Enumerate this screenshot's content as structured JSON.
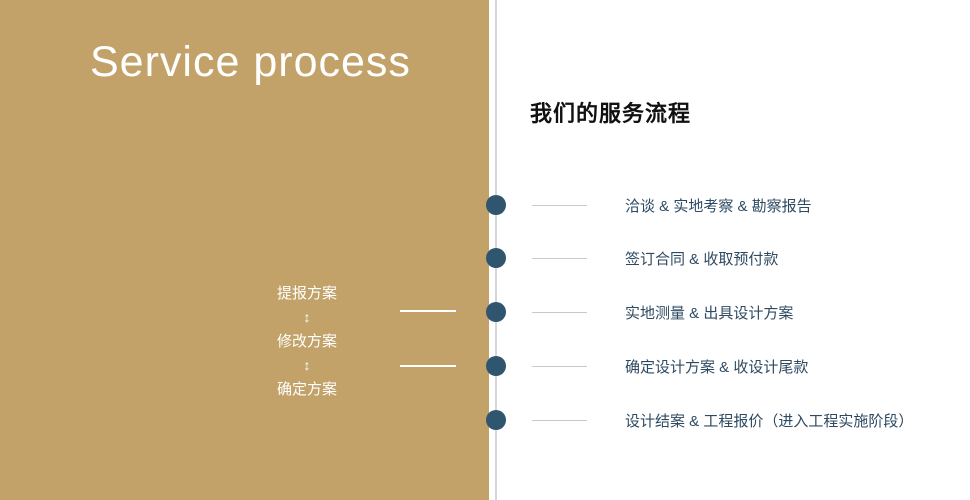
{
  "left_panel": {
    "title": "Service process",
    "loop": {
      "items": [
        "提报方案",
        "修改方案",
        "确定方案"
      ],
      "arrow": "↕"
    }
  },
  "right_panel": {
    "title": "我们的服务流程",
    "steps": [
      "洽谈 & 实地考察 & 勘察报告",
      "签订合同 & 收取预付款",
      "实地测量 & 出具设计方案",
      "确定设计方案 & 收设计尾款",
      "设计结案 & 工程报价（进入工程实施阶段）"
    ]
  },
  "colors": {
    "panel_tan": "#C2A269",
    "dot_navy": "#2F566E",
    "step_text_navy": "#2E4A62",
    "divider_gray": "#D6D6D6",
    "dash_gray": "#C9C9C9",
    "title_black": "#111111",
    "panel_text_white": "#FFFFFF"
  }
}
